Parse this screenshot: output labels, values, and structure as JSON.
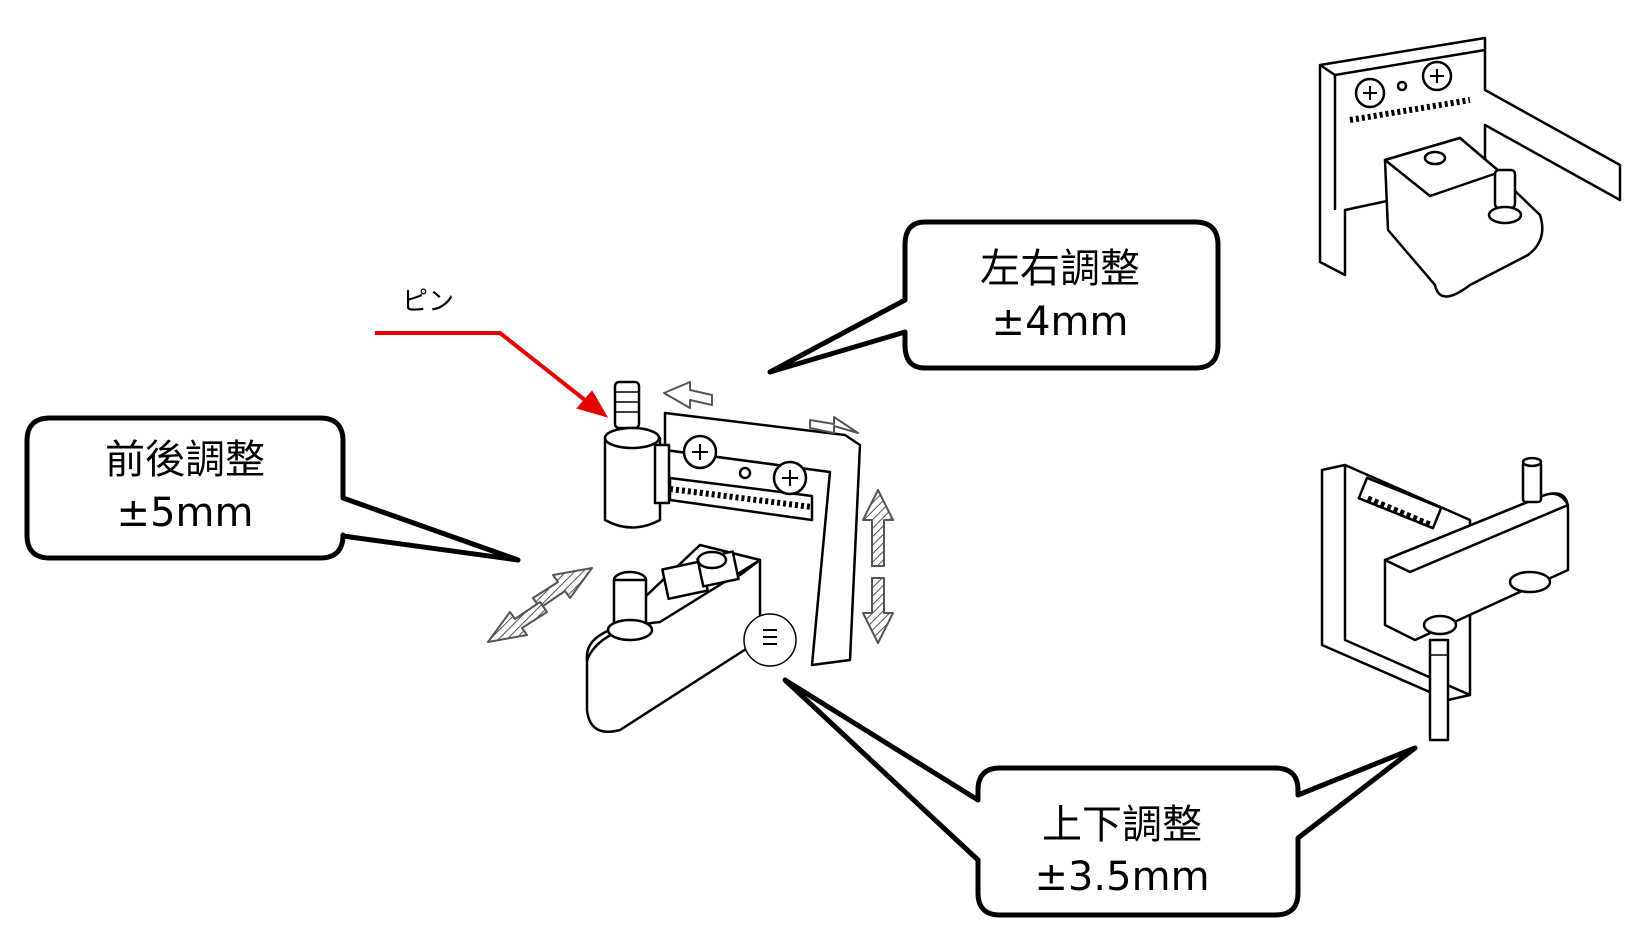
{
  "pin_label": "ピン",
  "callouts": {
    "lateral": {
      "title": "左右調整",
      "range": "±4mm"
    },
    "depth": {
      "title": "前後調整",
      "range": "±5mm"
    },
    "vertical": {
      "title": "上下調整",
      "range": "±3.5mm"
    }
  },
  "colors": {
    "pointer": "#e60000",
    "outline": "#000000",
    "hatch": "#555555"
  }
}
